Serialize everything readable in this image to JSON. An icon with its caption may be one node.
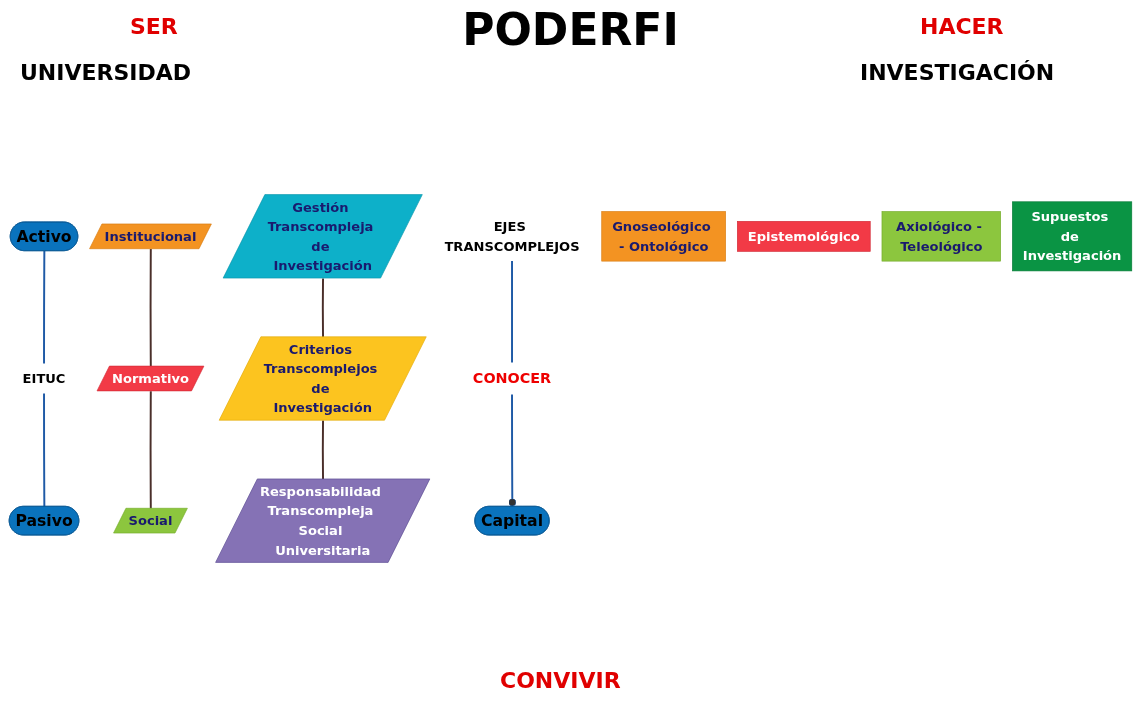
{
  "diagram": {
    "title": "PODERFI",
    "nodes": [
      {
        "text": [
          "Activo"
        ]
      },
      {
        "text": [
          "EITUC"
        ]
      },
      {
        "text": [
          "Pasivo"
        ]
      },
      {
        "text": [
          "Institucional"
        ]
      },
      {
        "text": [
          "Normativo"
        ]
      },
      {
        "text": [
          "Social"
        ]
      },
      {
        "text": [
          "Gestión Transcompleja de Investigación"
        ]
      },
      {
        "text": [
          "Criterios Transcomplejos de Investigación"
        ]
      },
      {
        "text": [
          "Responsabilidad Transcompleja Social Universitaria"
        ]
      },
      {
        "text": [
          "EJES TRANSCOMPLEJOS"
        ]
      },
      {
        "text": [
          "CONOCER"
        ]
      },
      {
        "text": [
          "Capital"
        ]
      },
      {
        "text": [
          "Gnoseológico - Ontológico"
        ]
      },
      {
        "text": [
          "Epistemológico"
        ]
      },
      {
        "text": [
          "Axiológico - Teleológico"
        ]
      },
      {
        "text": [
          "Supuestos de Investigación"
        ]
      }
    ],
    "edges": [
      {
        "from": 0,
        "to": 1,
        "arrow": "none"
      },
      {
        "from": 1,
        "to": 2,
        "arrow": "none"
      },
      {
        "from": 3,
        "to": 4,
        "arrow": "none",
        "color": "#4a2f2a"
      },
      {
        "from": 4,
        "to": 5,
        "arrow": "none",
        "color": "#4a2f2a"
      },
      {
        "from": 6,
        "to": 7,
        "arrow": "none",
        "color": "#4a2f2a"
      },
      {
        "from": 7,
        "to": 8,
        "arrow": "none",
        "color": "#4a2f2a"
      },
      {
        "from": 9,
        "to": 10,
        "arrow": "none"
      },
      {
        "from": 10,
        "to": 11,
        "arrow": "other"
      }
    ],
    "labels": [
      "SER",
      "HACER",
      "UNIVERSIDAD",
      "INVESTIGACIÓN",
      "CONVIVIR"
    ]
  }
}
